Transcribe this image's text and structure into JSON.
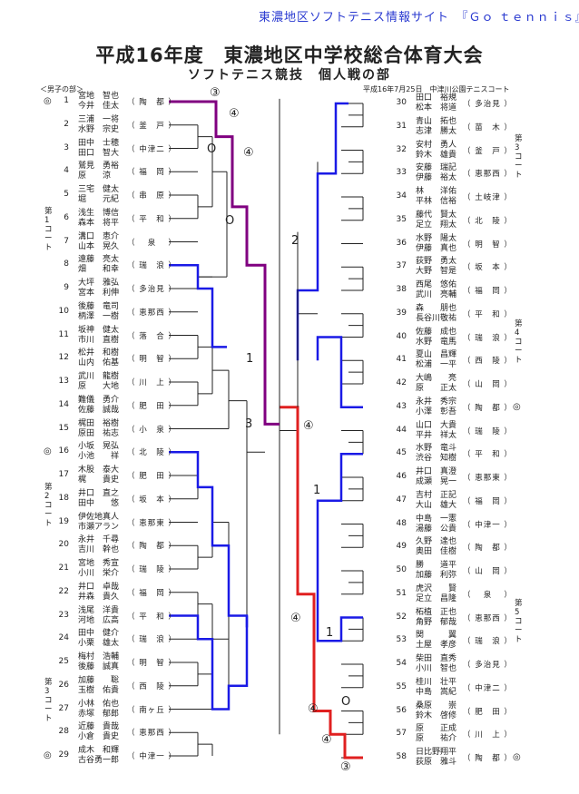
{
  "site_link": "東濃地区ソフトテニス情報サイト　『Ｇｏ ｔｅｎｎｉｓ』",
  "title": "平成16年度　東濃地区中学校総合体育大会",
  "subtitle": "ソフトテニス競技　個人戦の部",
  "division": "＜男子の部＞",
  "date_venue": "平成16年7月25日　中津川公園テニスコート",
  "seed_mark": "◎",
  "courts": [
    "第1コート",
    "第2コート",
    "第3コート",
    "第3コート",
    "第4コート",
    "第5コート"
  ],
  "entries_left": [
    {
      "no": "1",
      "p1": "宮地　智也",
      "p2": "今井　佳太",
      "school": "（ 陶　都 ）",
      "seed": true
    },
    {
      "no": "2",
      "p1": "三浦　一将",
      "p2": "水野　宗史",
      "school": "（ 釜　戸 ）",
      "seed": false
    },
    {
      "no": "3",
      "p1": "田中　士穂",
      "p2": "田口　智大",
      "school": "（ 中津二 ）",
      "seed": false
    },
    {
      "no": "4",
      "p1": "鷲見　勇裕",
      "p2": "原　　涼",
      "school": "（ 福　岡 ）",
      "seed": false
    },
    {
      "no": "5",
      "p1": "三宅　健太",
      "p2": "堀　　元紀",
      "school": "（ 串　原 ）",
      "seed": false
    },
    {
      "no": "6",
      "p1": "浅生　博信",
      "p2": "森本　将平",
      "school": "（ 平　和 ）",
      "seed": false
    },
    {
      "no": "7",
      "p1": "溝口　恵介",
      "p2": "山本　晃久",
      "school": "（　 泉　 ）",
      "seed": false
    },
    {
      "no": "8",
      "p1": "遠藤　亮太",
      "p2": "畑　　和幸",
      "school": "（ 瑞　浪 ）",
      "seed": false
    },
    {
      "no": "9",
      "p1": "大坪　雅弘",
      "p2": "宮本　利伸",
      "school": "（ 多治見 ）",
      "seed": false
    },
    {
      "no": "10",
      "p1": "後藤　竜司",
      "p2": "柄澤　一樹",
      "school": "（ 恵那西 ）",
      "seed": false
    },
    {
      "no": "11",
      "p1": "坂神　健太",
      "p2": "市川　直樹",
      "school": "（ 落　合 ）",
      "seed": false
    },
    {
      "no": "12",
      "p1": "松井　和樹",
      "p2": "山内　佑基",
      "school": "（ 明　智 ）",
      "seed": false
    },
    {
      "no": "13",
      "p1": "武川　龍樹",
      "p2": "原　　大地",
      "school": "（ 川　上 ）",
      "seed": false
    },
    {
      "no": "14",
      "p1": "難儀　勇介",
      "p2": "佐藤　誠哉",
      "school": "（ 肥　田 ）",
      "seed": false
    },
    {
      "no": "15",
      "p1": "梶田　裕樹",
      "p2": "原田　祐志",
      "school": "（ 小　泉 ）",
      "seed": false
    },
    {
      "no": "16",
      "p1": "小坂　晃弘",
      "p2": "小池　　祥",
      "school": "（ 北　陵 ）",
      "seed": true
    },
    {
      "no": "17",
      "p1": "木股　泰大",
      "p2": "梶　　貴史",
      "school": "（ 肥　田 ）",
      "seed": false
    },
    {
      "no": "18",
      "p1": "井口　直之",
      "p2": "田中　　悠",
      "school": "（ 坂　本 ）",
      "seed": false
    },
    {
      "no": "19",
      "p1": "伊佐地真人",
      "p2": "市瀬アラン",
      "school": "（ 恵那東 ）",
      "seed": false
    },
    {
      "no": "20",
      "p1": "永井　千尋",
      "p2": "吉川　幹也",
      "school": "（ 陶　都 ）",
      "seed": false
    },
    {
      "no": "21",
      "p1": "宮地　秀宣",
      "p2": "小川　栄介",
      "school": "（ 瑞　陵 ）",
      "seed": false
    },
    {
      "no": "22",
      "p1": "井口　卓哉",
      "p2": "井森　貴久",
      "school": "（ 福　岡 ）",
      "seed": false
    },
    {
      "no": "23",
      "p1": "浅尾　洋貴",
      "p2": "河地　広高",
      "school": "（ 平　和 ）",
      "seed": false
    },
    {
      "no": "24",
      "p1": "田中　健介",
      "p2": "小栗　雄太",
      "school": "（ 瑞　浪 ）",
      "seed": false
    },
    {
      "no": "25",
      "p1": "梅村　浩輔",
      "p2": "後藤　誠真",
      "school": "（ 明　智 ）",
      "seed": false
    },
    {
      "no": "26",
      "p1": "加藤　　聡",
      "p2": "玉樹　佑貴",
      "school": "（ 西　陵 ）",
      "seed": false
    },
    {
      "no": "27",
      "p1": "小林　佑也",
      "p2": "赤塚　郁郎",
      "school": "（ 南ヶ丘 ）",
      "seed": false
    },
    {
      "no": "28",
      "p1": "近藤　貴哉",
      "p2": "小倉　貴史",
      "school": "（ 恵那西 ）",
      "seed": false
    },
    {
      "no": "29",
      "p1": "成木　和輝",
      "p2": "古谷勇一郎",
      "school": "（ 中津一 ）",
      "seed": true
    }
  ],
  "entries_right": [
    {
      "no": "30",
      "p1": "田口　裕規",
      "p2": "松本　将道",
      "school": "（ 多治見 ）",
      "seed": false
    },
    {
      "no": "31",
      "p1": "青山　拓也",
      "p2": "志津　勝太",
      "school": "（ 苗　木 ）",
      "seed": false
    },
    {
      "no": "32",
      "p1": "安村　勇人",
      "p2": "鈴木　雄貴",
      "school": "（ 釜　戸 ）",
      "seed": false
    },
    {
      "no": "33",
      "p1": "安藤　瑞記",
      "p2": "伊藤　裕太",
      "school": "（ 恵那西 ）",
      "seed": false
    },
    {
      "no": "34",
      "p1": "林　　洋佑",
      "p2": "平林　信裕",
      "school": "（ 土岐津 ）",
      "seed": false
    },
    {
      "no": "35",
      "p1": "藤代　賢太",
      "p2": "足立　翔太",
      "school": "（ 北　陵 ）",
      "seed": false
    },
    {
      "no": "36",
      "p1": "水野　陽太",
      "p2": "伊藤　真也",
      "school": "（ 明　智 ）",
      "seed": false
    },
    {
      "no": "37",
      "p1": "荻野　勇太",
      "p2": "大野　智是",
      "school": "（ 坂　本 ）",
      "seed": false
    },
    {
      "no": "38",
      "p1": "西尾　悠佑",
      "p2": "武川　亮輔",
      "school": "（ 福　岡 ）",
      "seed": false
    },
    {
      "no": "39",
      "p1": "森　　朋也",
      "p2": "長谷川敬祐",
      "school": "（ 平　和 ）",
      "seed": false
    },
    {
      "no": "40",
      "p1": "佐藤　成也",
      "p2": "水野　竜馬",
      "school": "（ 瑞　浪 ）",
      "seed": false
    },
    {
      "no": "41",
      "p1": "夏山　昌輝",
      "p2": "松浦　一平",
      "school": "（ 西　陵 ）",
      "seed": false
    },
    {
      "no": "42",
      "p1": "大嶋　　亮",
      "p2": "原　　正太",
      "school": "（ 山　岡 ）",
      "seed": false
    },
    {
      "no": "43",
      "p1": "永井　秀宗",
      "p2": "小澤　彰吾",
      "school": "（ 陶　都 ）",
      "seed": true
    },
    {
      "no": "44",
      "p1": "山口　大貴",
      "p2": "平井　祥太",
      "school": "（ 瑞　陵 ）",
      "seed": false
    },
    {
      "no": "45",
      "p1": "水野　竜斗",
      "p2": "渋谷　知樹",
      "school": "（ 平　和 ）",
      "seed": false
    },
    {
      "no": "46",
      "p1": "井口　真澄",
      "p2": "成瀬　晃一",
      "school": "（ 恵那東 ）",
      "seed": false
    },
    {
      "no": "47",
      "p1": "吉村　正記",
      "p2": "大山　雄大",
      "school": "（ 福　岡 ）",
      "seed": false
    },
    {
      "no": "48",
      "p1": "中島　一憲",
      "p2": "湯藤　公貴",
      "school": "（ 中津一 ）",
      "seed": false
    },
    {
      "no": "49",
      "p1": "久野　達也",
      "p2": "奥田　佳樹",
      "school": "（ 陶　都 ）",
      "seed": false
    },
    {
      "no": "50",
      "p1": "勝　　道平",
      "p2": "加藤　利弥",
      "school": "（ 山　岡 ）",
      "seed": false
    },
    {
      "no": "51",
      "p1": "虎沢　　賢",
      "p2": "足立　昌隆",
      "school": "（　 泉　 ）",
      "seed": false
    },
    {
      "no": "52",
      "p1": "柘植　正也",
      "p2": "角野　郁哉",
      "school": "（ 恵那西 ）",
      "seed": false
    },
    {
      "no": "53",
      "p1": "関　　　翼",
      "p2": "土屋　孝彦",
      "school": "（ 瑞　浪 ）",
      "seed": false
    },
    {
      "no": "54",
      "p1": "柴田　直秀",
      "p2": "小川　智也",
      "school": "（ 多治見 ）",
      "seed": false
    },
    {
      "no": "55",
      "p1": "桂川　壮平",
      "p2": "中島　嵩紀",
      "school": "（ 中津二 ）",
      "seed": false
    },
    {
      "no": "56",
      "p1": "桑原　　崇",
      "p2": "鈴木　啓修",
      "school": "（ 肥　田 ）",
      "seed": false
    },
    {
      "no": "57",
      "p1": "原　　正成",
      "p2": "原　　祐介",
      "school": "（ 川　上 ）",
      "seed": false
    },
    {
      "no": "58",
      "p1": "日比野翔平",
      "p2": "荻原　雅斗",
      "school": "（ 陶　都 ）",
      "seed": true
    }
  ],
  "round_marks": [
    {
      "id": "l-3a",
      "text": "③"
    },
    {
      "id": "l-4a",
      "text": "④"
    },
    {
      "id": "l-0a",
      "text": "O"
    },
    {
      "id": "l-4b",
      "text": "④"
    },
    {
      "id": "l-0b",
      "text": "O"
    },
    {
      "id": "l-1a",
      "text": "1"
    },
    {
      "id": "l-3b",
      "text": "3"
    },
    {
      "id": "r-2a",
      "text": "2"
    },
    {
      "id": "r-4a",
      "text": "④"
    },
    {
      "id": "r-1a",
      "text": "1"
    },
    {
      "id": "r-4b",
      "text": "④"
    },
    {
      "id": "r-1b",
      "text": "1"
    },
    {
      "id": "r-0a",
      "text": "O"
    },
    {
      "id": "r-4c",
      "text": "④"
    },
    {
      "id": "r-4d",
      "text": "④"
    },
    {
      "id": "r-3a",
      "text": "③"
    }
  ],
  "colors": {
    "advance": "#1a1ae6",
    "champion_path": "#e02020",
    "runner_up_path": "#800080",
    "line": "#222222",
    "title": "#2a3ad0"
  }
}
